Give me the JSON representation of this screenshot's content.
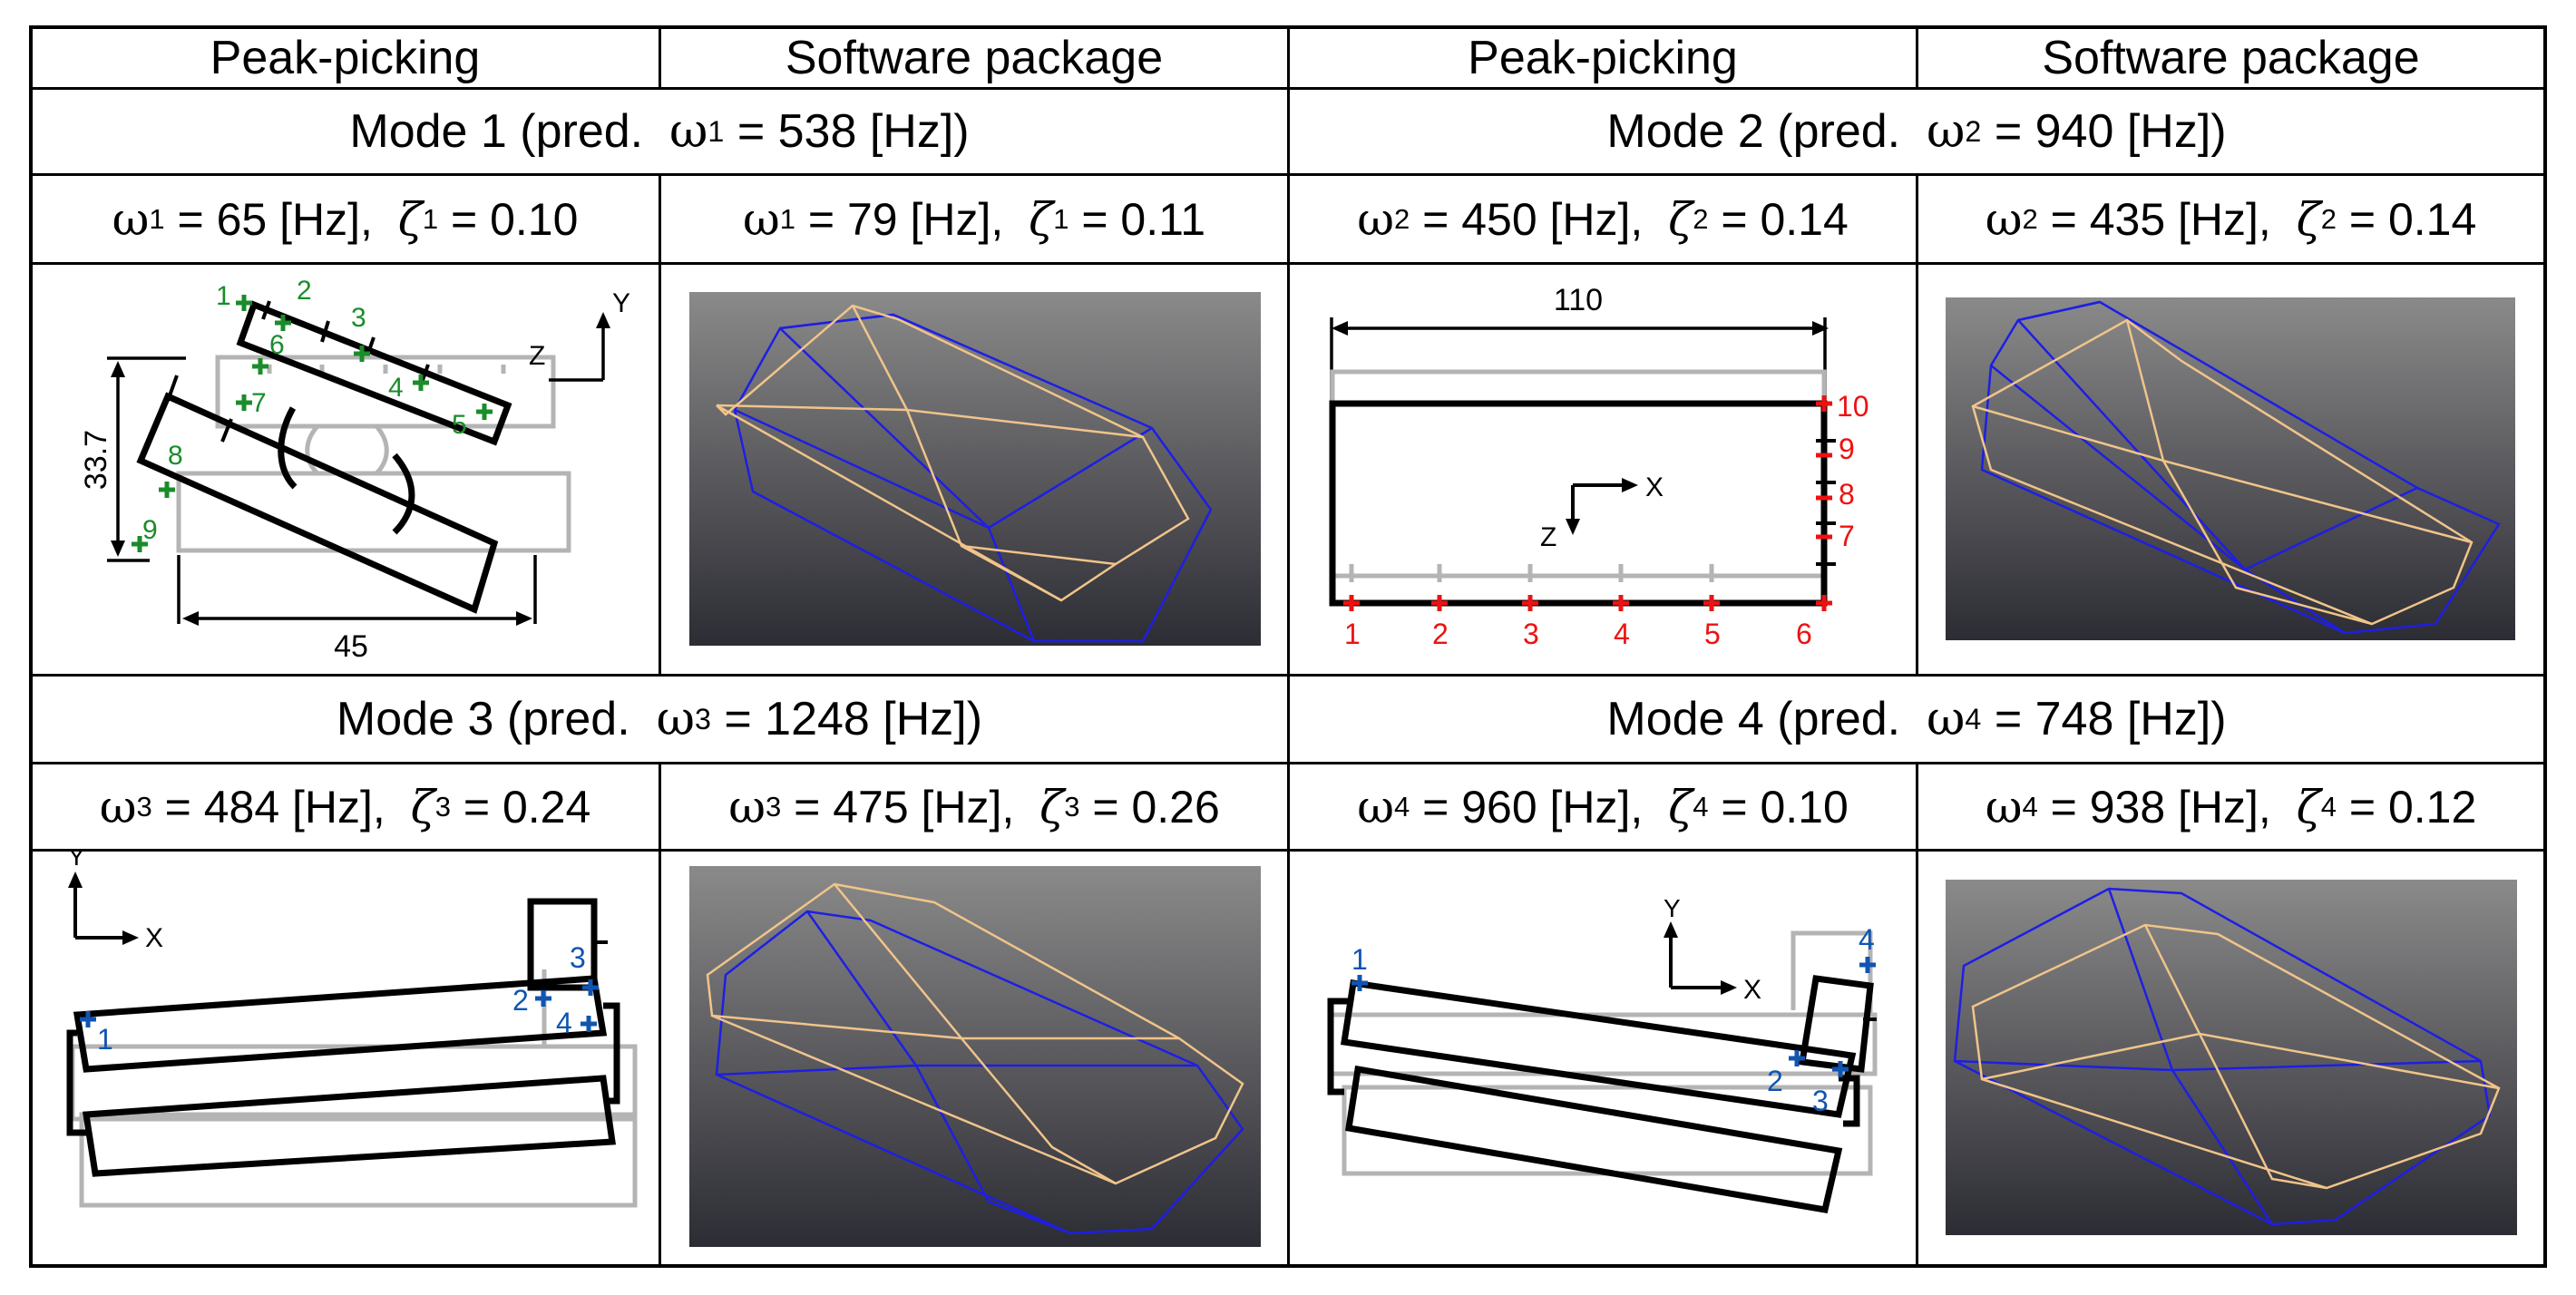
{
  "headers": [
    "Peak-picking",
    "Software package",
    "Peak-picking",
    "Software package"
  ],
  "mode_titles": [
    {
      "prefix": "Mode 1 (pred.",
      "sym": "ω",
      "idx": "1",
      "value": "= 538 [Hz])"
    },
    {
      "prefix": "Mode 2 (pred.",
      "sym": "ω",
      "idx": "2",
      "value": "= 940 [Hz])"
    },
    {
      "prefix": "Mode 3 (pred.",
      "sym": "ω",
      "idx": "3",
      "value": "= 1248 [Hz])"
    },
    {
      "prefix": "Mode 4 (pred.",
      "sym": "ω",
      "idx": "4",
      "value": "= 748 [Hz])"
    }
  ],
  "freq_rows": [
    [
      {
        "w_idx": "1",
        "w_val": "= 65 [Hz],",
        "z_idx": "1",
        "z_val": "= 0.10"
      },
      {
        "w_idx": "1",
        "w_val": "= 79 [Hz],",
        "z_idx": "1",
        "z_val": "= 0.11"
      },
      {
        "w_idx": "2",
        "w_val": "= 450 [Hz],",
        "z_idx": "2",
        "z_val": "= 0.14"
      },
      {
        "w_idx": "2",
        "w_val": "= 435 [Hz],",
        "z_idx": "2",
        "z_val": "= 0.14"
      }
    ],
    [
      {
        "w_idx": "3",
        "w_val": "= 484 [Hz],",
        "z_idx": "3",
        "z_val": "= 0.24"
      },
      {
        "w_idx": "3",
        "w_val": "= 475 [Hz],",
        "z_idx": "3",
        "z_val": "= 0.26"
      },
      {
        "w_idx": "4",
        "w_val": "= 960 [Hz],",
        "z_idx": "4",
        "z_val": "= 0.10"
      },
      {
        "w_idx": "4",
        "w_val": "= 938 [Hz],",
        "z_idx": "4",
        "z_val": "= 0.12"
      }
    ]
  ],
  "sym_omega": "ω",
  "sym_zeta": "ζ",
  "diagrams": {
    "mode1": {
      "dim_height": "33.7",
      "dim_width": "45",
      "axis_y": "Y",
      "axis_z": "Z",
      "points": [
        "1",
        "2",
        "3",
        "4",
        "5",
        "6",
        "7",
        "8",
        "9"
      ],
      "point_color": "#1a8c2a"
    },
    "mode2": {
      "dim_width": "110",
      "axis_x": "X",
      "axis_z": "Z",
      "points": [
        "1",
        "2",
        "3",
        "4",
        "5",
        "6",
        "7",
        "8",
        "9",
        "10"
      ],
      "point_color": "#ee1111"
    },
    "mode3": {
      "axis_x": "X",
      "axis_y": "Y",
      "points": [
        "1",
        "2",
        "3",
        "4"
      ],
      "point_color": "#1055b0"
    },
    "mode4": {
      "axis_x": "X",
      "axis_y": "Y",
      "points": [
        "1",
        "2",
        "3",
        "4"
      ],
      "point_color": "#1055b0"
    }
  },
  "colors": {
    "deformed": "#000000",
    "undeformed": "#b4b4b4",
    "wire_blue": "#1e1ee6",
    "wire_orange": "#f0c48a",
    "render_top": "#8a8a8a",
    "render_bottom": "#2c2c34"
  }
}
